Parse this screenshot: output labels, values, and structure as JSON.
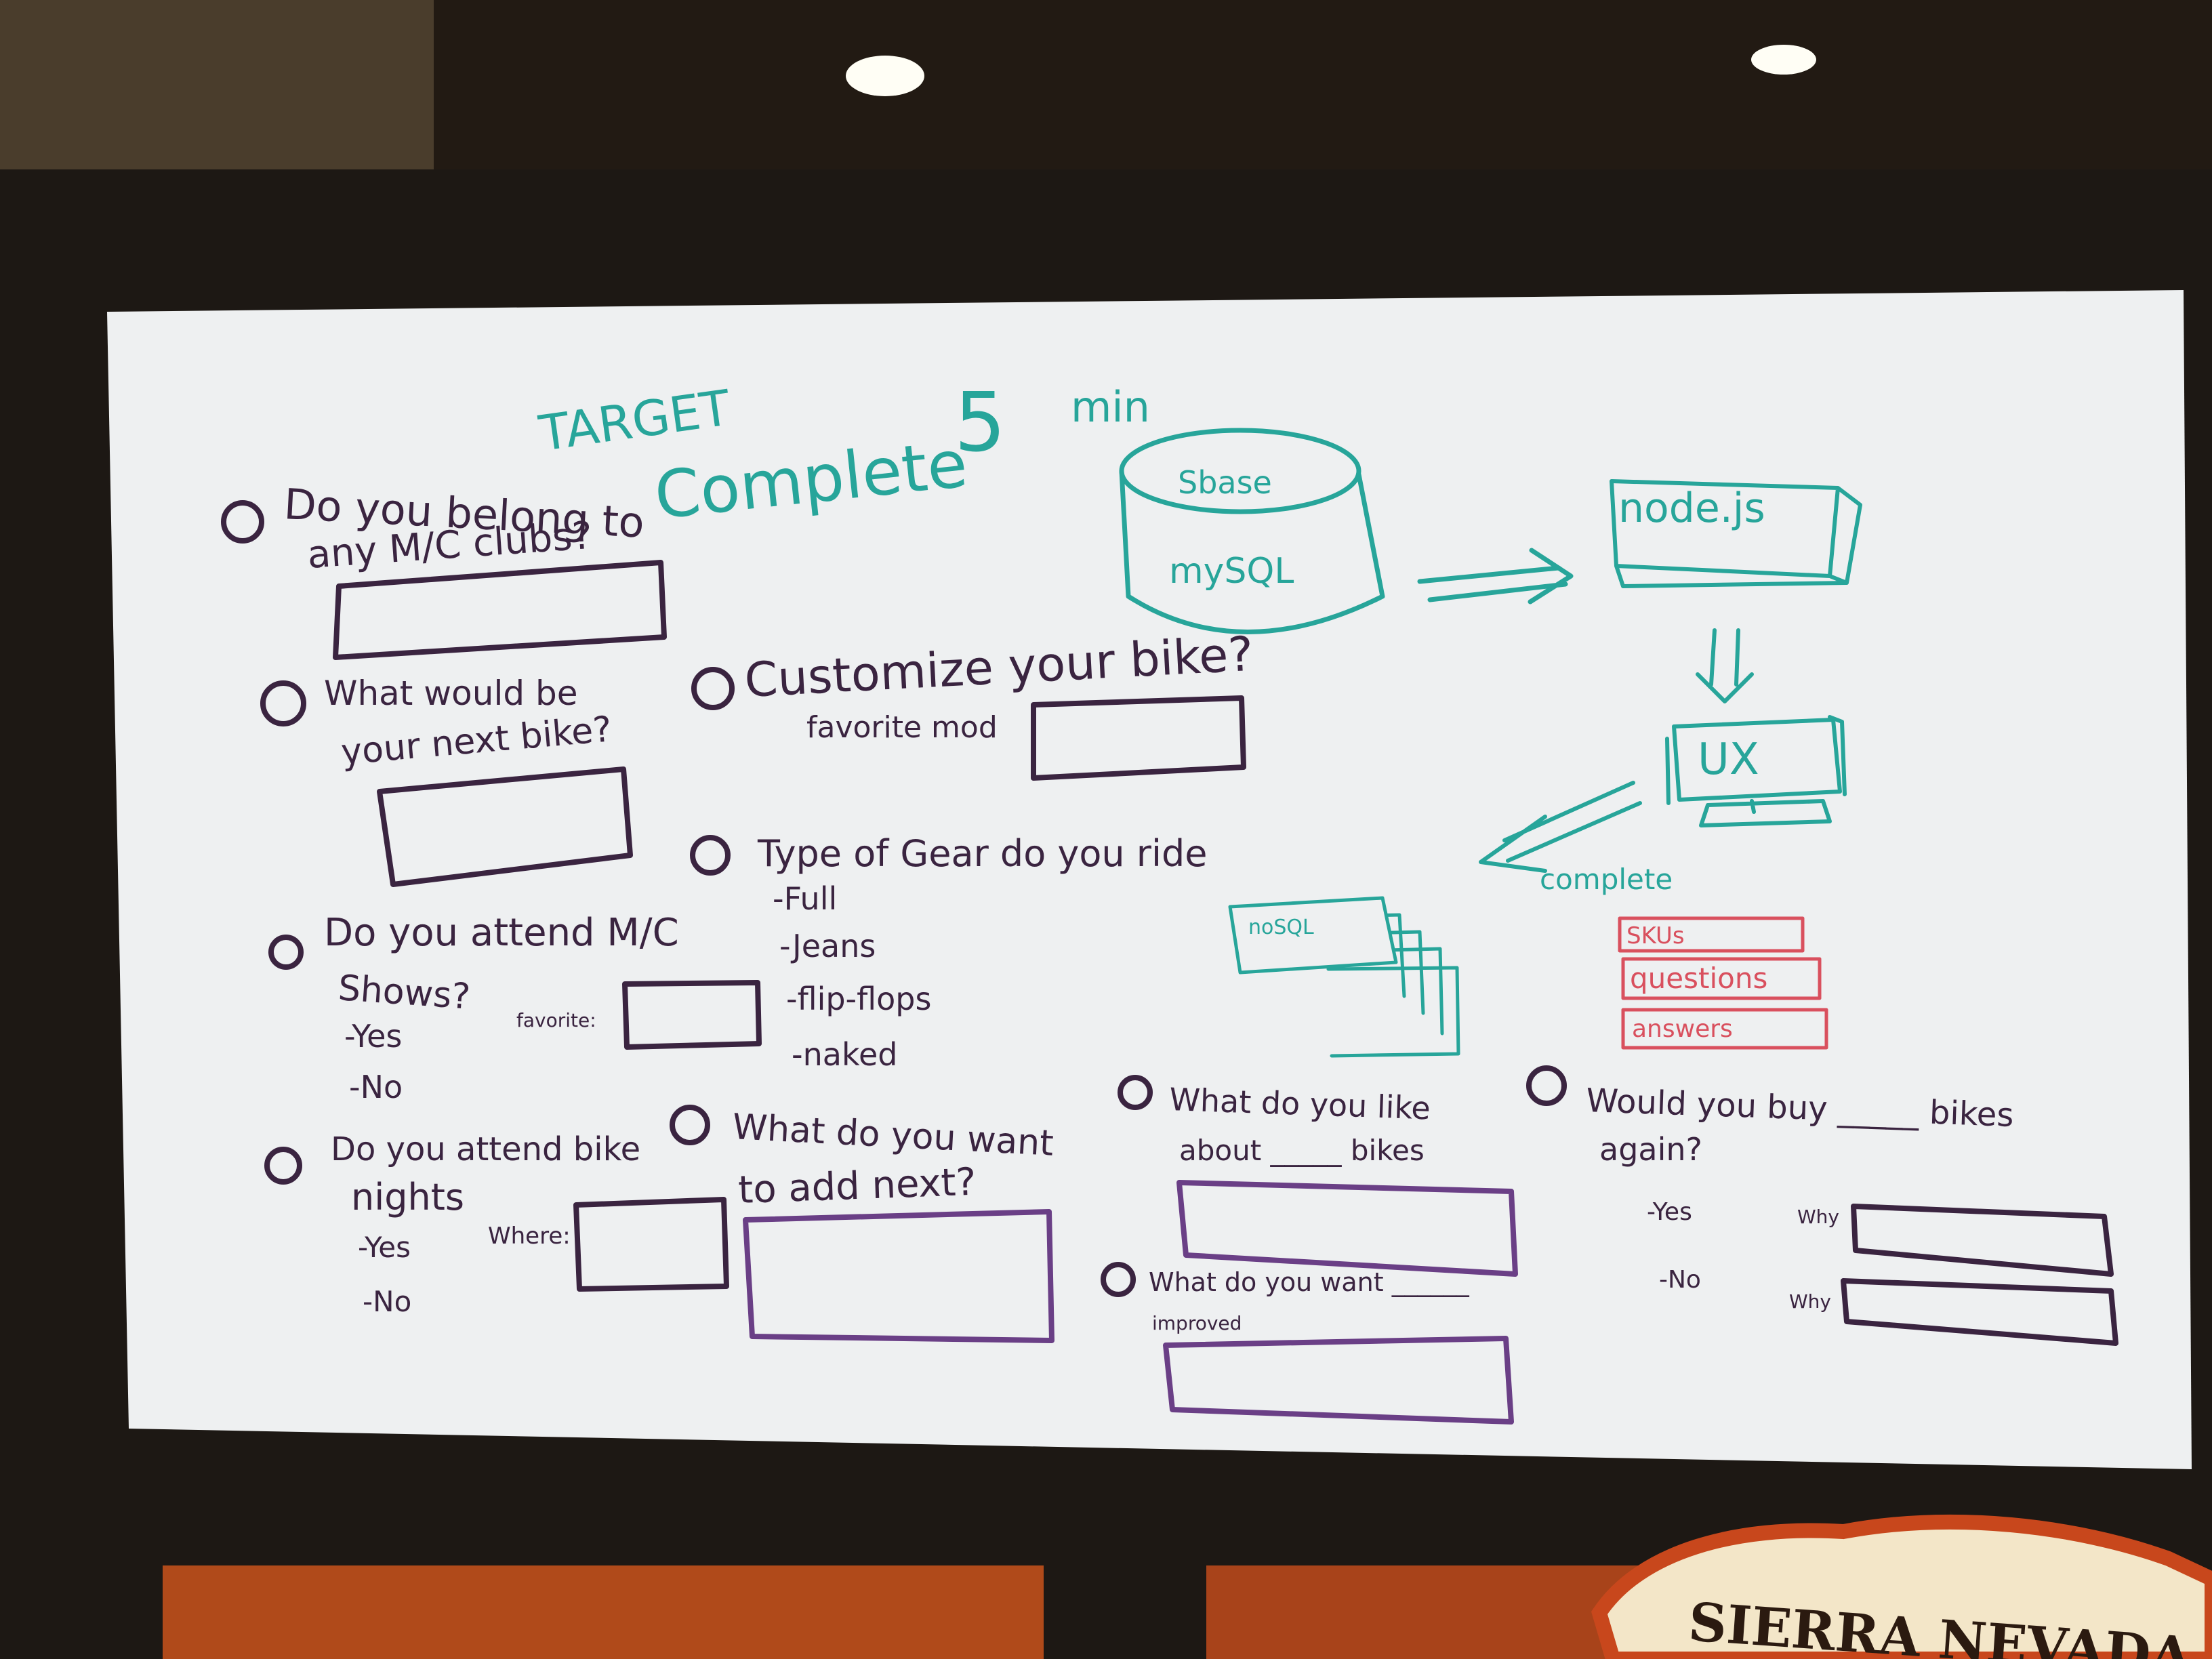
{
  "colors": {
    "wall": "#3a2f24",
    "frame": "#1d1814",
    "board": "#eef0f1",
    "ink_purple": "#3a2440",
    "ink_violet": "#6a3f86",
    "ink_teal": "#27a59a",
    "ink_red": "#d9505e",
    "cabinet": "#b04a1a",
    "sign_bg": "#f3e6c8",
    "sign_border": "#c8471c",
    "sign_text": "#2b1a10"
  },
  "header": {
    "target": "TARGET",
    "complete": "Complete",
    "five": "5",
    "min": "min"
  },
  "questions": {
    "q1": {
      "line1": "Do you belong to",
      "line2": "any M/C clubs?"
    },
    "q2": {
      "line1": "What would be",
      "line2": "your next bike?"
    },
    "q3": {
      "line1": "Customize your bike?",
      "sub": "favorite mod"
    },
    "q4": {
      "line1": "Do you attend M/C",
      "line2": "Shows?",
      "opt_yes": "-Yes",
      "opt_no": "-No",
      "fav_label": "favorite:"
    },
    "q5": {
      "line1": "Type of Gear do you ride",
      "items": [
        "-Full",
        "-Jeans",
        "-flip-flops",
        "-naked"
      ]
    },
    "q6": {
      "line1": "Do you attend bike",
      "line2": "nights",
      "opt_yes": "-Yes",
      "opt_no": "-No",
      "where_label": "Where:"
    },
    "q7": {
      "line1": "What do you want",
      "line2": "to add next?"
    },
    "q8": {
      "line1": "What do you like",
      "line2": "about _____ bikes"
    },
    "q9": {
      "line1": "What do you want ______",
      "line2": "improved"
    },
    "q10": {
      "line1": "Would you buy _____ bikes",
      "line2": "again?",
      "opt_yes": "-Yes",
      "why1": "Why",
      "opt_no": "-No",
      "why2": "Why"
    }
  },
  "diagram": {
    "db_top": "Sbase",
    "db_bottom": "mySQL",
    "node": "node.js",
    "ux": "UX",
    "complete": "complete",
    "nosql": "noSQL",
    "tables": [
      "SKUs",
      "questions",
      "answers"
    ]
  },
  "sign": {
    "text": "SIERRA NEVADA"
  }
}
